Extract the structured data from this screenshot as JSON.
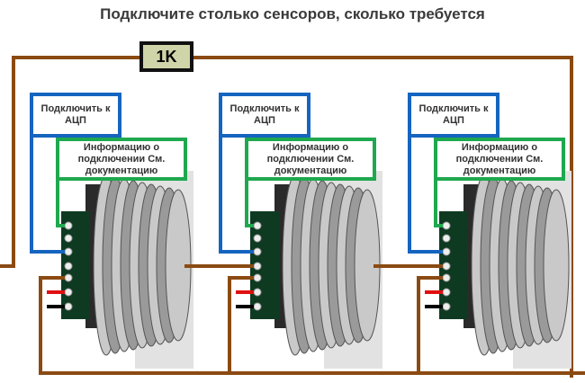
{
  "title": "Подключите столько сенсоров, сколько требуется",
  "resistor": "1K",
  "sensors": [
    {
      "adc_label": "Подключить к АЦП",
      "info_label": "Информацию о подключении См. документацию"
    },
    {
      "adc_label": "Подключить к АЦП",
      "info_label": "Информацию о подключении См. документацию"
    },
    {
      "adc_label": "Подключить к АЦП",
      "info_label": "Информацию о подключении См. документацию"
    }
  ],
  "colors": {
    "wire": "#8b4a12",
    "adc": "#1565c0",
    "info": "#1fa84f",
    "power": "#e01010",
    "ground": "#000000"
  }
}
